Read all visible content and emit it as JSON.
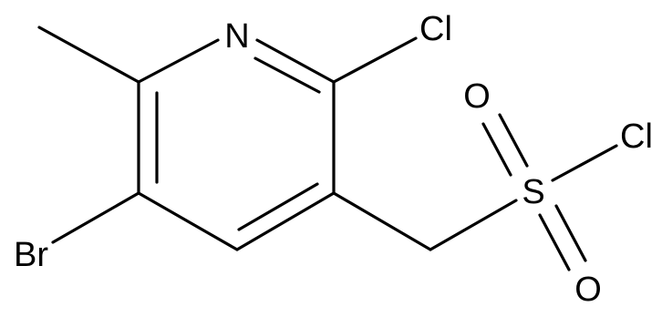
{
  "molecule": {
    "atoms": {
      "n1": "N",
      "cl_ring": "Cl",
      "br": "Br",
      "s": "S",
      "o_upper": "O",
      "o_lower": "O",
      "cl_sulfonyl": "Cl"
    }
  }
}
